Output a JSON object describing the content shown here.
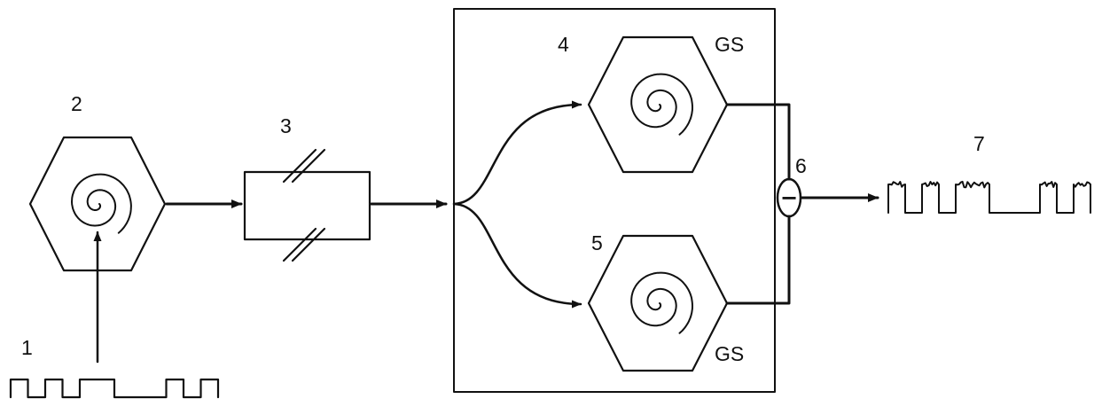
{
  "labels": {
    "n1": "1",
    "n2": "2",
    "n3": "3",
    "n4": "4",
    "n5": "5",
    "n6": "6",
    "n7": "7",
    "gs_top": "GS",
    "gs_bottom": "GS",
    "subtract_sign": "−"
  },
  "input_signal_bits": [
    1,
    0,
    1,
    0,
    1,
    1,
    0,
    0,
    0,
    1,
    0,
    1
  ],
  "output_signal_bits": [
    1,
    0,
    1,
    0,
    1,
    1,
    0,
    0,
    0,
    1,
    0,
    1
  ]
}
